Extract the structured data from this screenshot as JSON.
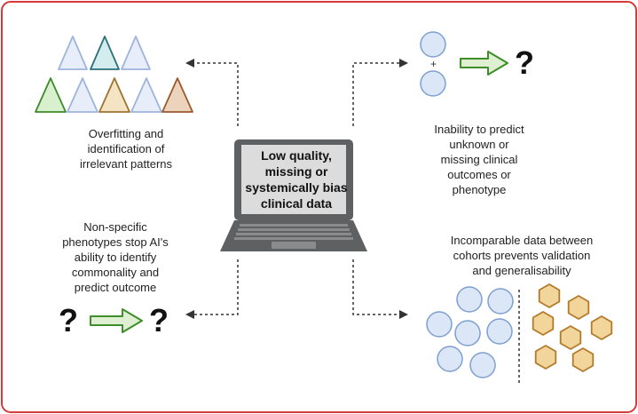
{
  "center": {
    "text": "Low quality,\nmissing or\nsystemically bias\nclinical data"
  },
  "top_left": {
    "caption": "Overfitting and\nidentification of\nirrelevant patterns"
  },
  "top_right": {
    "caption": "Inability to predict\nunknown or\nmissing clinical\noutcomes or\nphenotype",
    "plus": "+",
    "question": "?"
  },
  "bottom_left": {
    "caption": "Non-specific\nphenotypes stop AI's\nability to identify\ncommonality and\npredict outcome",
    "question_left": "?",
    "question_right": "?"
  },
  "bottom_right": {
    "caption": "Incomparable data between\ncohorts prevents validation\nand generalisability"
  },
  "colors": {
    "frame": "#d63a3a",
    "arrow_green": "#3e8e2a",
    "arrow_fill": "#dff0d2",
    "circle_stroke": "#7e9fd0",
    "circle_fill": "#dbe6f7",
    "triangle_blue_stroke": "#9fb4dc",
    "triangle_blue_fill": "#e7eef9",
    "triangle_teal_stroke": "#2c6e7a",
    "triangle_teal_fill": "#d3ecee",
    "triangle_green_stroke": "#3d8a2d",
    "triangle_green_fill": "#d8f0cd",
    "triangle_gold_stroke": "#9c7432",
    "triangle_gold_fill": "#f4e4c3",
    "triangle_brown_stroke": "#9a5a2c",
    "triangle_brown_fill": "#ecd3bd",
    "hexagon_stroke": "#b27a2a",
    "hexagon_fill": "#f1d59a",
    "laptop_body": "#5f6062",
    "laptop_screen": "#dcdcdc"
  },
  "icons": [
    "laptop-icon",
    "arrow-right-icon",
    "question-mark-icon",
    "circle-icon",
    "hexagon-icon",
    "triangle-icon"
  ]
}
